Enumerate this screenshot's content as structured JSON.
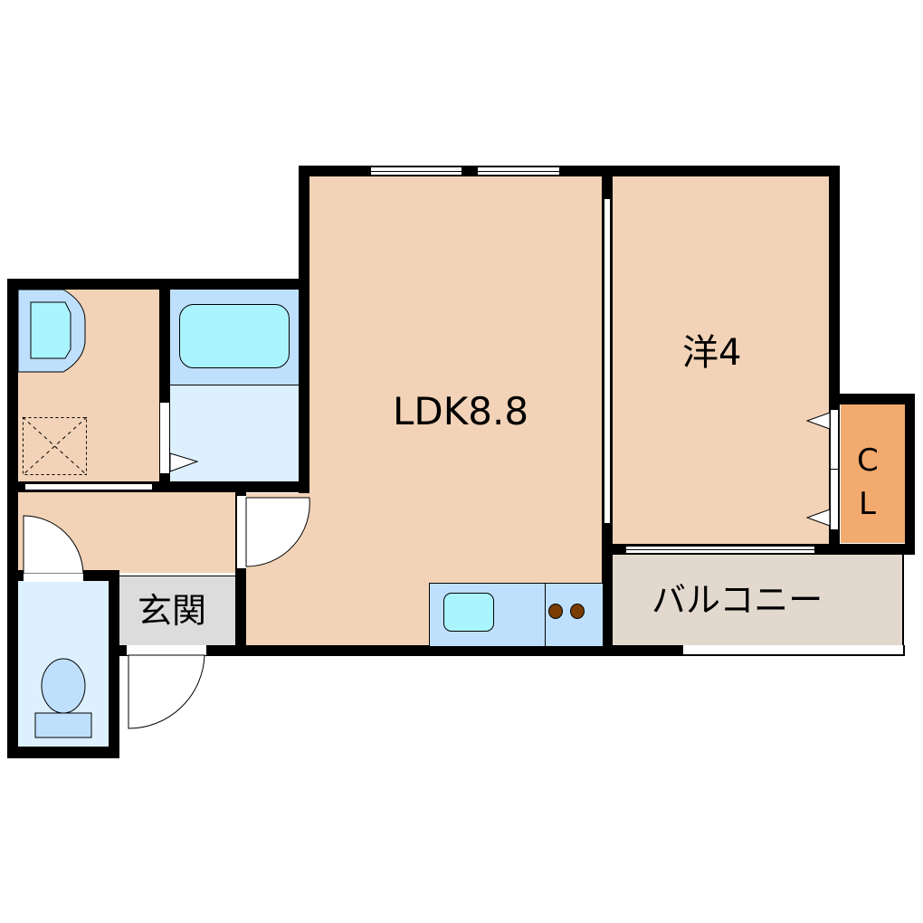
{
  "floorplan": {
    "rooms": {
      "ldk": {
        "label": "LDK8.8"
      },
      "western": {
        "label": "洋4"
      },
      "closet": {
        "label_line1": "C",
        "label_line2": "L"
      },
      "balcony": {
        "label": "バルコニー"
      },
      "entrance": {
        "label": "玄関"
      },
      "washroom": {
        "label": ""
      },
      "bathroom": {
        "label": ""
      },
      "toilet": {
        "label": ""
      }
    },
    "colors": {
      "floor": "#f2d3b7",
      "wet_area": "#ddf0fd",
      "fixture_blue": "#bfe0fd",
      "fixture_cyan": "#aaf4fd",
      "closet": "#f2aa6e",
      "balcony": "#e2d8ce",
      "entrance": "#dcdcdc",
      "wall": "#000000",
      "stove": "#7a3c00"
    }
  }
}
